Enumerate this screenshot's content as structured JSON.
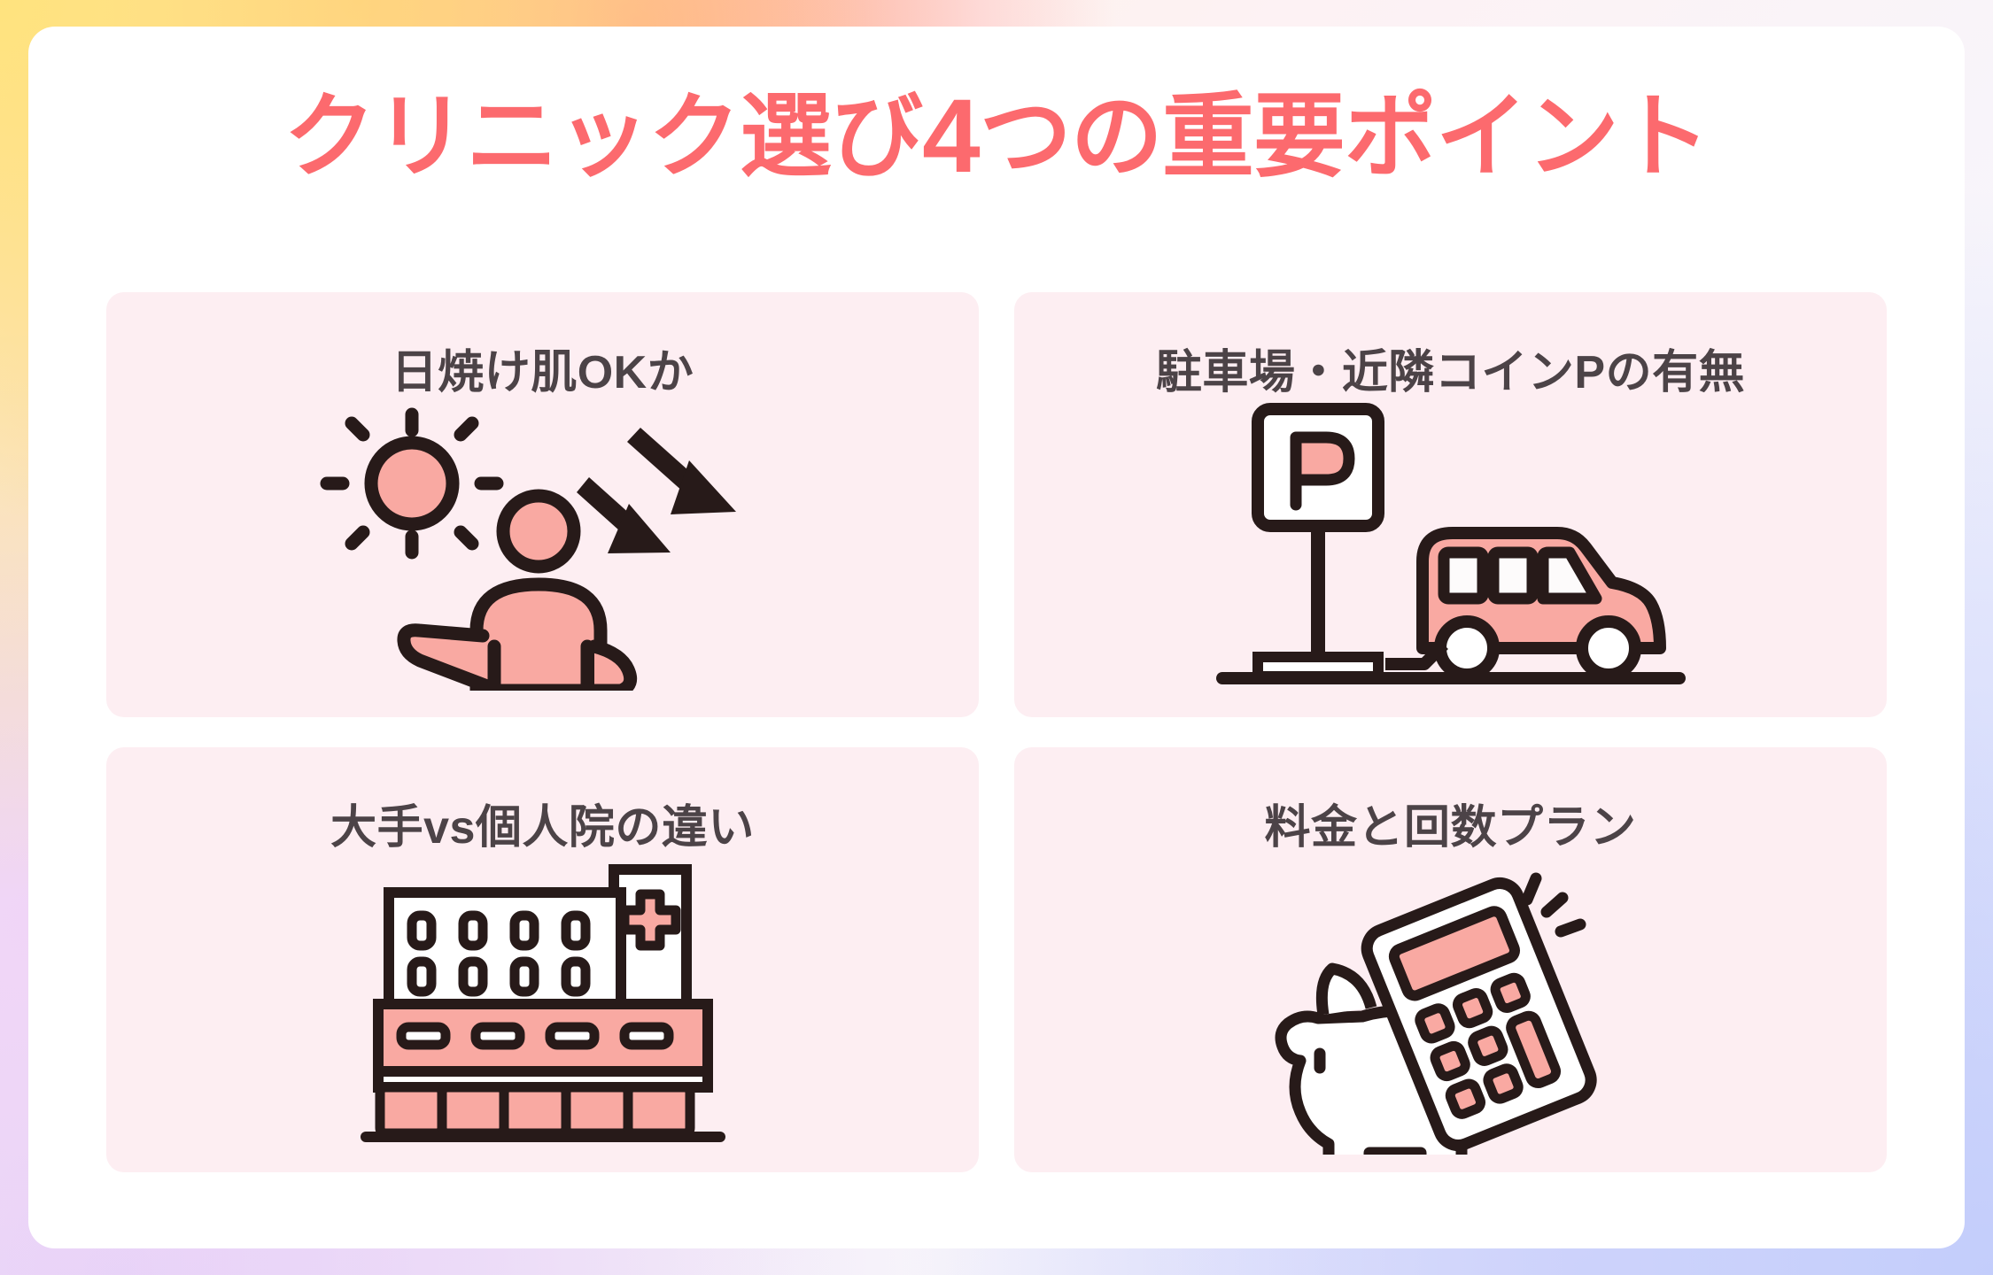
{
  "theme": {
    "accent_pink": "#fc6a6e",
    "icon_pink": "#f9a9a2",
    "icon_outline": "#271a19",
    "card_bg": "#fdeef2",
    "panel_bg": "#ffffff",
    "heading_text": "#4c4347"
  },
  "header": {
    "title_before": "クリニック選び",
    "title_number": "4",
    "title_after": "つの重要ポイント",
    "title_full": "クリニック選び4つの重要ポイント"
  },
  "cards": [
    {
      "id": "sun-exposure",
      "title": "日焼け肌OKか",
      "icon_name": "sun-and-person-icon",
      "icon_parts": [
        "sun-icon",
        "person-icon",
        "arrow-down-right-icon",
        "arrow-down-right-icon"
      ]
    },
    {
      "id": "parking",
      "title": "駐車場・近隣コインPの有無",
      "icon_name": "parking-sign-and-car-icon",
      "icon_parts": [
        "parking-sign-icon",
        "car-icon"
      ],
      "sign_letter": "P"
    },
    {
      "id": "clinic-type",
      "title": "大手vs個人院の違い",
      "icon_name": "hospital-building-icon",
      "icon_parts": [
        "hospital-icon",
        "medical-cross-icon"
      ]
    },
    {
      "id": "pricing",
      "title": "料金と回数プラン",
      "icon_name": "piggy-bank-and-calculator-icon",
      "icon_parts": [
        "piggy-bank-icon",
        "calculator-icon",
        "sparkle-icon"
      ]
    }
  ]
}
